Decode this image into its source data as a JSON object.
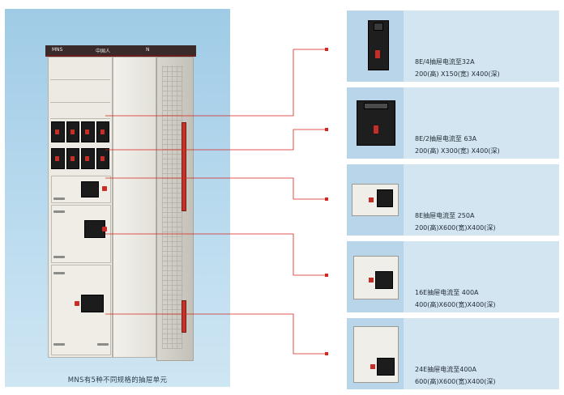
{
  "main": {
    "caption": "MNS有5种不同规格的抽屉单元",
    "logo_left": "MNS",
    "logo_center": "中国人",
    "logo_right": "N"
  },
  "cards": [
    {
      "line1": "8E/4抽屉电流至32A",
      "line2": "200(高) X150(宽) X400(深)"
    },
    {
      "line1": "8E/2抽屉电流至 63A",
      "line2": "200(高) X300(宽) X400(深)"
    },
    {
      "line1": "8E抽屉电流至 250A",
      "line2": "200(高)X600(宽)X400(深)"
    },
    {
      "line1": "16E抽屉电流至 400A",
      "line2": "400(高)X600(宽)X400(深)"
    },
    {
      "line1": "24E抽屉电流至400A",
      "line2": "600(高)X600(宽)X400(深)"
    }
  ],
  "colors": {
    "accent_red": "#c62d24",
    "panel_blue": "#b8d5e9",
    "card_blue": "#d3e5f1"
  }
}
